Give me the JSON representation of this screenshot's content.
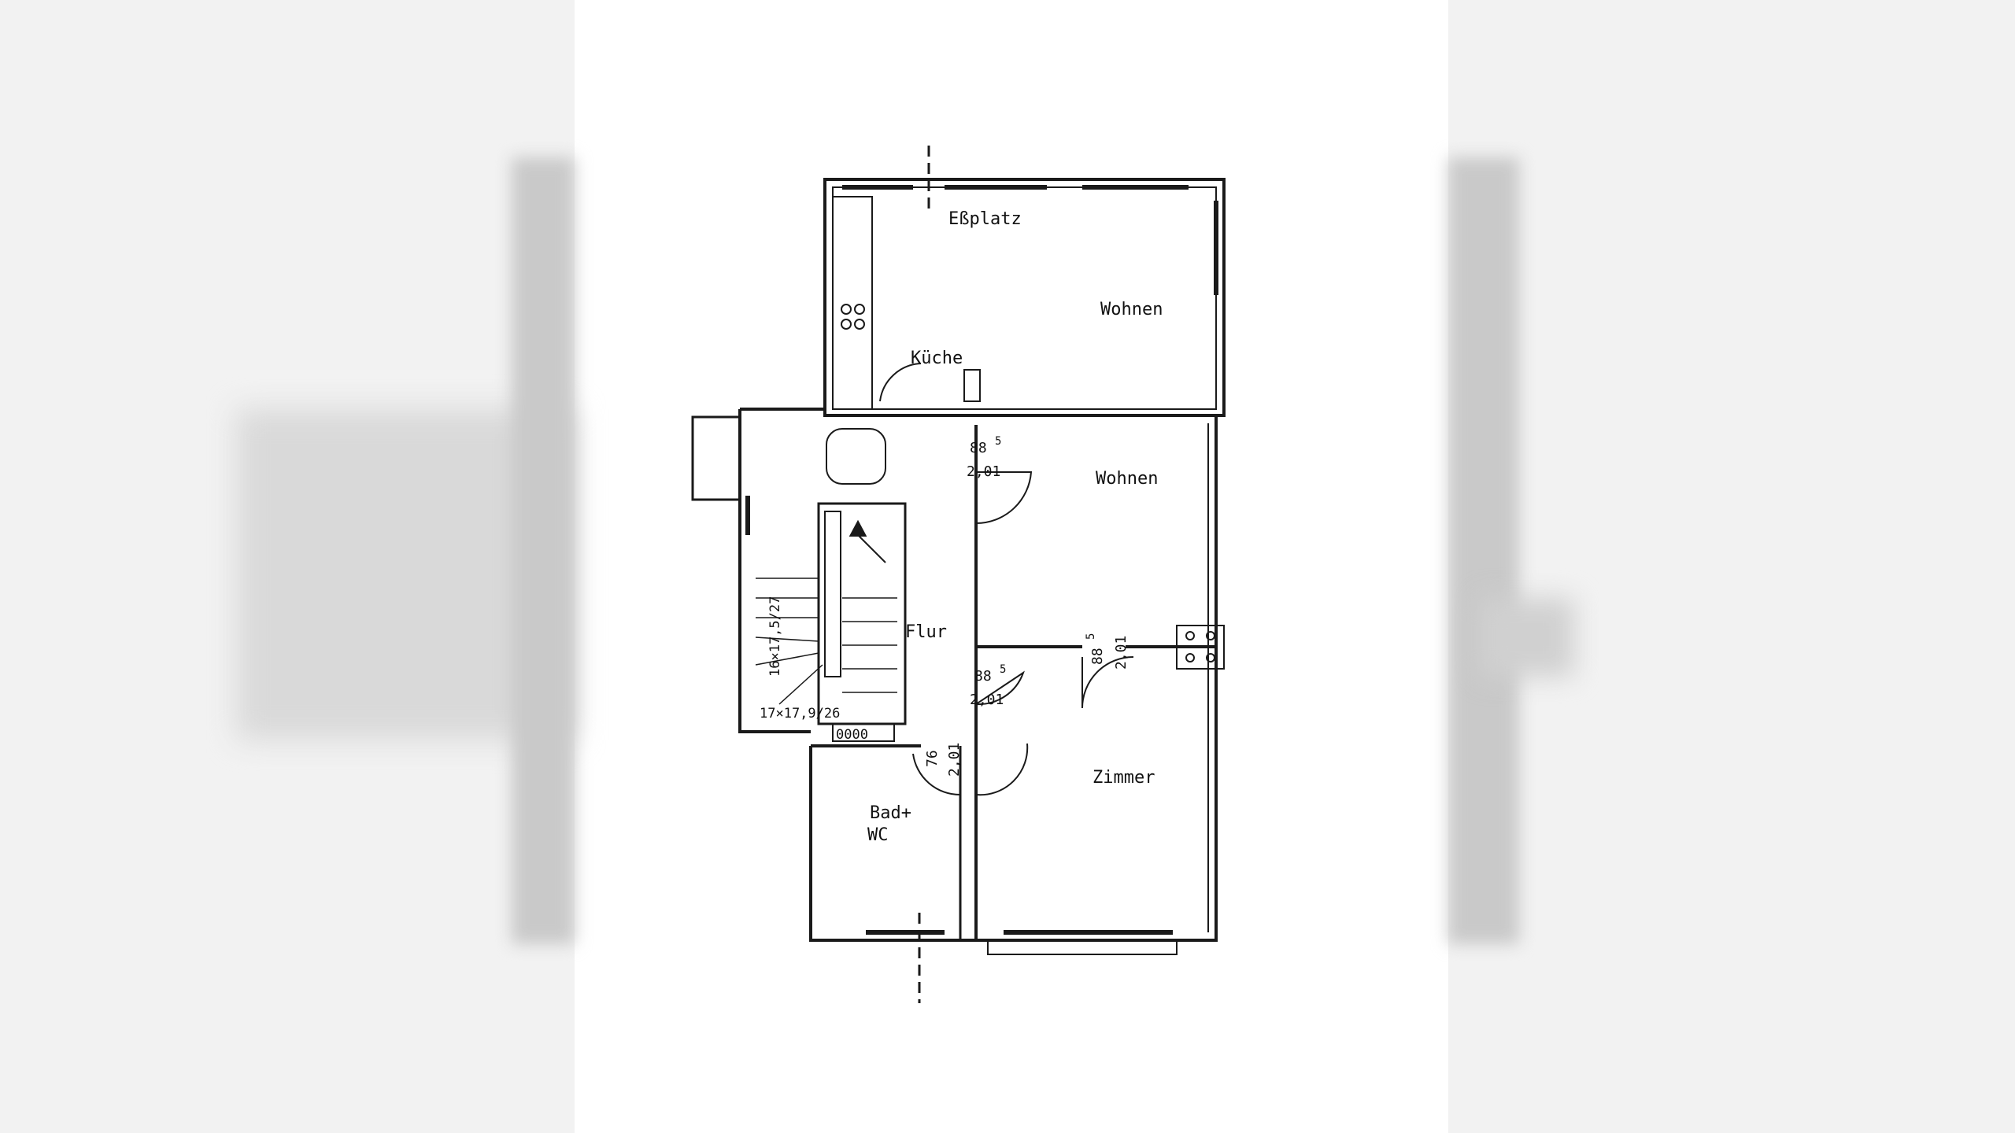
{
  "rooms": {
    "essplatz": "Eßplatz",
    "wohnen_top": "Wohnen",
    "kueche": "Küche",
    "wohnen_mid": "Wohnen",
    "flur": "Flur",
    "zimmer": "Zimmer",
    "bad_line1": "Bad+",
    "bad_line2": "WC"
  },
  "dimensions": {
    "door1_w": "88",
    "door1_sup": "5",
    "door1_h": "2,01",
    "door2_w": "88",
    "door2_sup": "5",
    "door2_h": "2,01",
    "door3_w": "88",
    "door3_sup": "5",
    "door3_h": "2,01",
    "door4_w": "76",
    "door4_h": "2,01",
    "stair_a": "16×17,5/27",
    "stair_b": "17×17,9/26",
    "vents": "0000"
  },
  "colors": {
    "line": "#1a1a1a",
    "paper": "#ffffff",
    "margin": "#f2f2f2"
  }
}
